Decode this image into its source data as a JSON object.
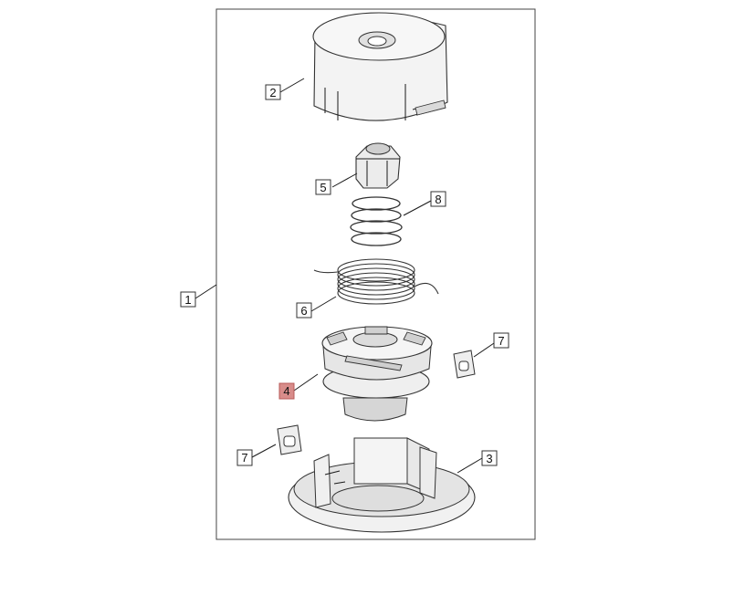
{
  "diagram": {
    "callouts": [
      {
        "id": "c1",
        "label": "1",
        "highlighted": false
      },
      {
        "id": "c2",
        "label": "2",
        "highlighted": false
      },
      {
        "id": "c3",
        "label": "3",
        "highlighted": false
      },
      {
        "id": "c4",
        "label": "4",
        "highlighted": true
      },
      {
        "id": "c5",
        "label": "5",
        "highlighted": false
      },
      {
        "id": "c6",
        "label": "6",
        "highlighted": false
      },
      {
        "id": "c7a",
        "label": "7",
        "highlighted": false
      },
      {
        "id": "c7b",
        "label": "7",
        "highlighted": false
      },
      {
        "id": "c8",
        "label": "8",
        "highlighted": false
      }
    ],
    "colors": {
      "highlight_fill": "#d88c8a",
      "highlight_stroke": "#b85a58",
      "part_fill": "#f3f3f3",
      "part_shade": "#d6d6d6",
      "line": "#1a1a1a"
    }
  }
}
